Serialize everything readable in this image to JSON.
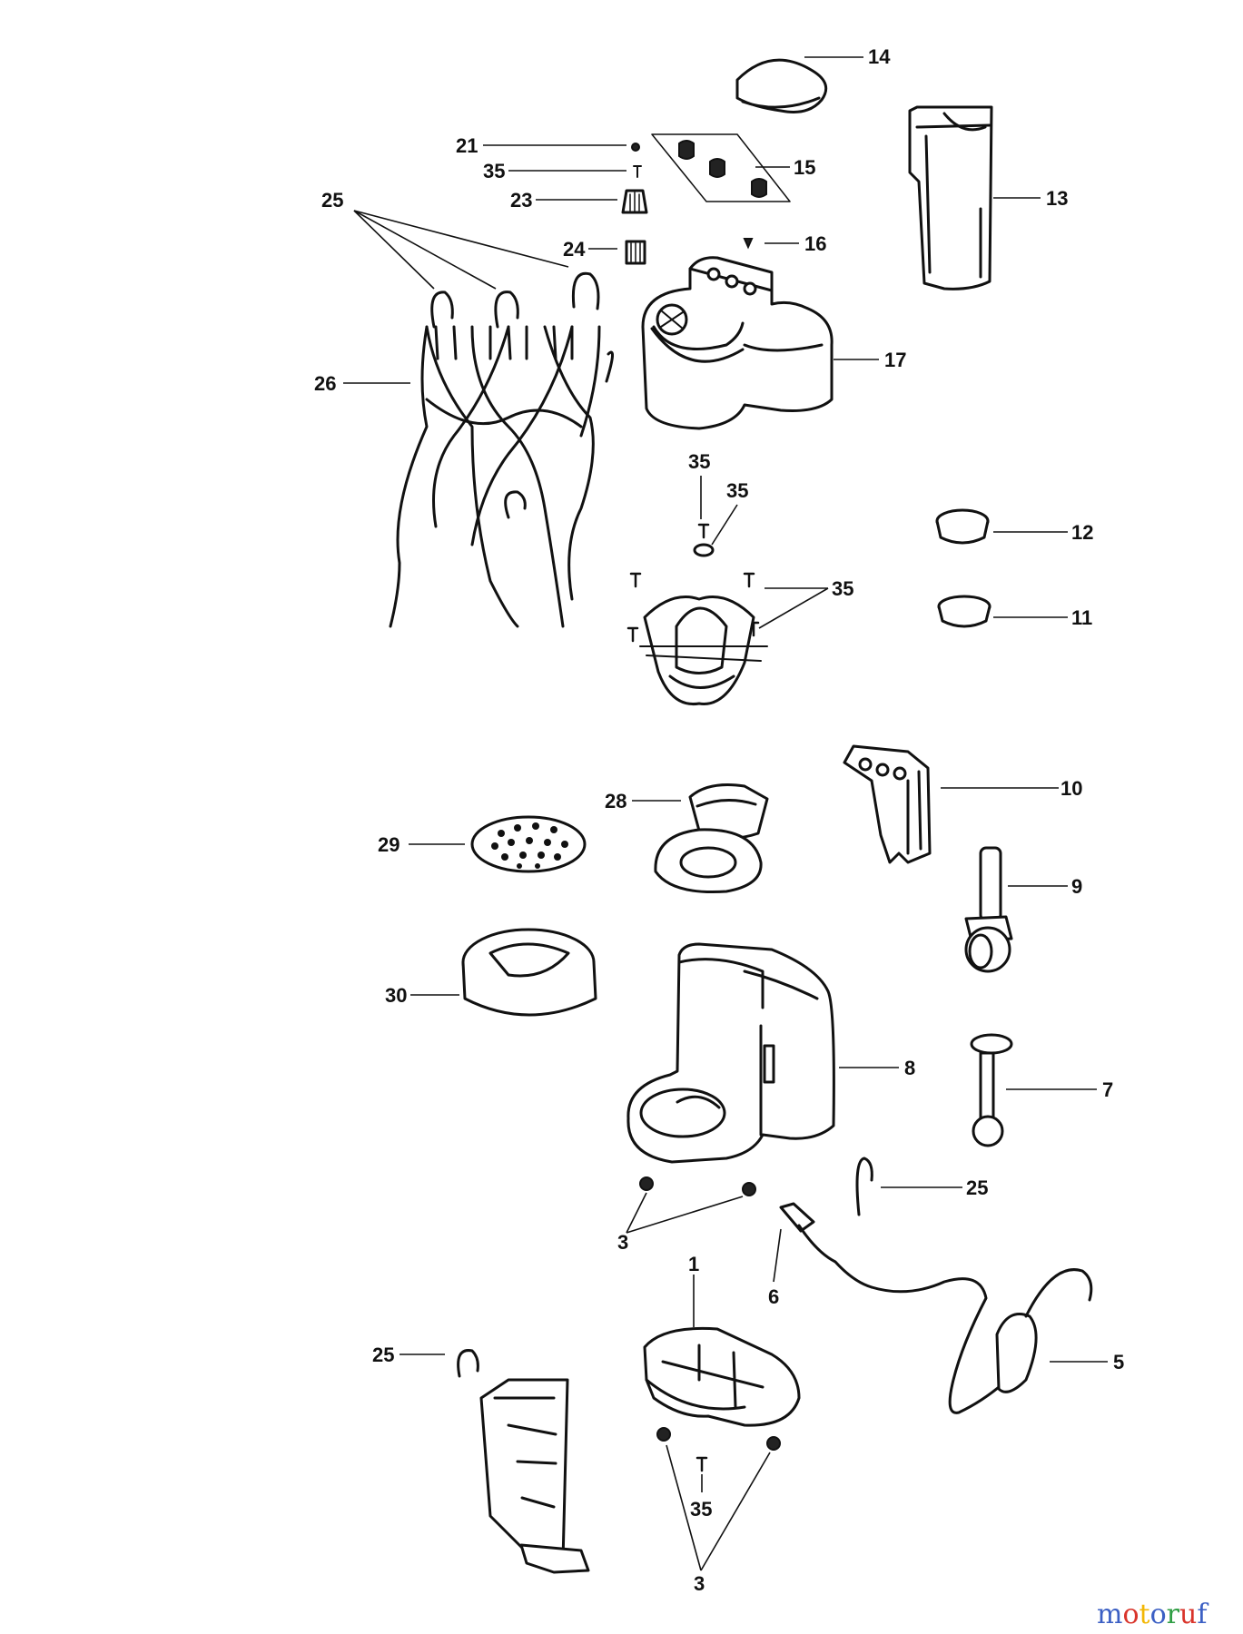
{
  "callouts": {
    "c1": "1",
    "c3a": "3",
    "c3b": "3",
    "c5": "5",
    "c6": "6",
    "c7": "7",
    "c8": "8",
    "c9": "9",
    "c10": "10",
    "c11": "11",
    "c12": "12",
    "c13": "13",
    "c14": "14",
    "c15": "15",
    "c16": "16",
    "c17": "17",
    "c21": "21",
    "c23": "23",
    "c24": "24",
    "c25a": "25",
    "c25b": "25",
    "c25c": "25",
    "c26": "26",
    "c28": "28",
    "c29": "29",
    "c30": "30",
    "c35a": "35",
    "c35b": "35",
    "c35c": "35",
    "c35d": "35",
    "c35e": "35"
  },
  "watermark": {
    "text": "motoruf",
    "colors": [
      "#3b5fc4",
      "#d9342b",
      "#f2b705",
      "#3b5fc4",
      "#2f9e44",
      "#d9342b",
      "#3b5fc4"
    ]
  }
}
